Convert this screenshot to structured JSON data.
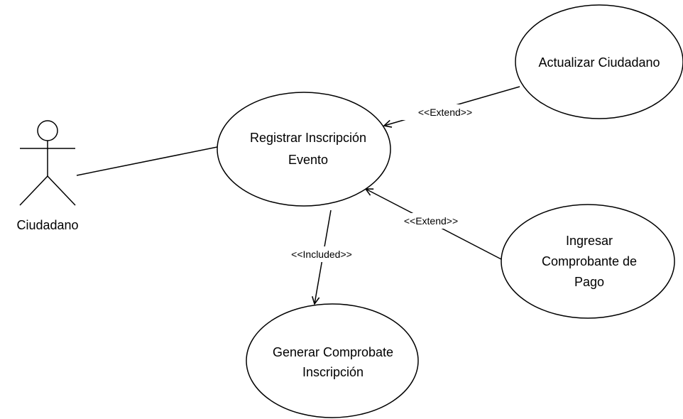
{
  "actor": {
    "name": "Ciudadano"
  },
  "use_cases": {
    "registrar": {
      "lines": [
        "Registrar Inscripción",
        "Evento"
      ]
    },
    "actualizar": {
      "lines": [
        "Actualizar Ciudadano"
      ]
    },
    "ingresar": {
      "lines": [
        "Ingresar",
        "Comprobante de",
        "Pago"
      ]
    },
    "generar": {
      "lines": [
        "Generar Comprobate",
        "Inscripción"
      ]
    }
  },
  "relations": {
    "extend_actualizar": "<<Extend>>",
    "extend_ingresar": "<<Extend>>",
    "included_generar": "<<Included>>"
  }
}
